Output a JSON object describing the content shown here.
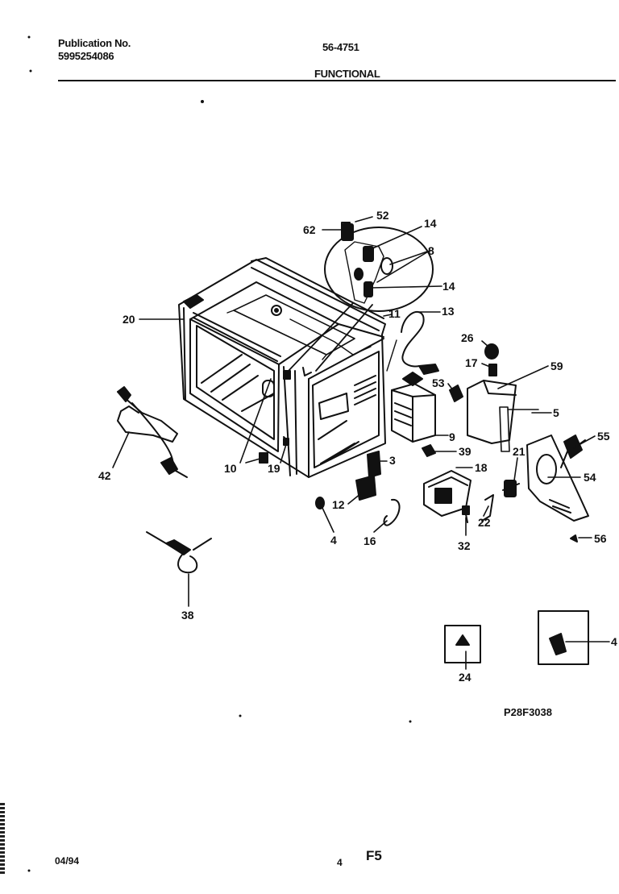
{
  "header": {
    "publication_label": "Publication No.",
    "publication_number": "5995254086",
    "model": "56-4751",
    "section": "FUNCTIONAL"
  },
  "callouts": [
    "62",
    "52",
    "14",
    "8",
    "14",
    "20",
    "11",
    "13",
    "26",
    "17",
    "59",
    "53",
    "5",
    "55",
    "9",
    "39",
    "21",
    "10",
    "19",
    "3",
    "18",
    "42",
    "54",
    "12",
    "22",
    "4",
    "16",
    "32",
    "56",
    "38",
    "24",
    "4"
  ],
  "diagram_code": "P28F3038",
  "footer": {
    "date": "04/94",
    "page": "4",
    "figure": "F5"
  }
}
